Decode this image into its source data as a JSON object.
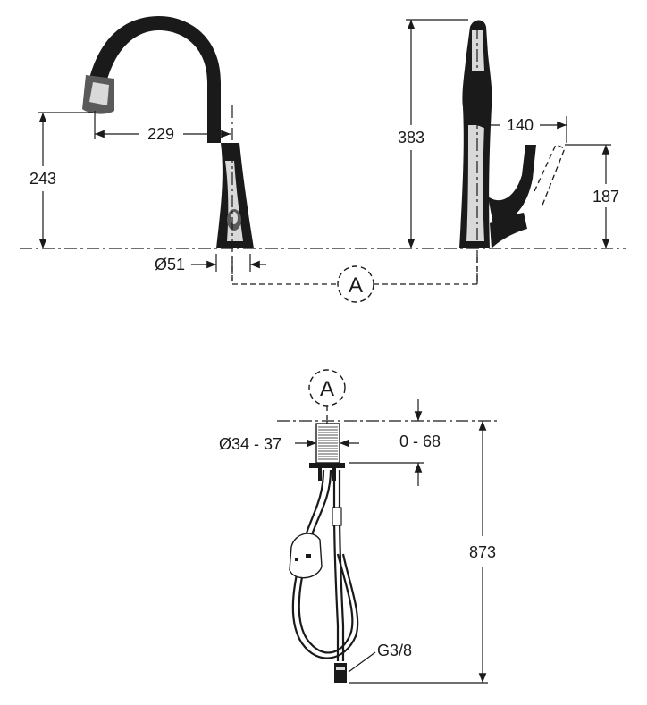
{
  "dimensions": {
    "spout_reach": "229",
    "spout_height": "243",
    "base_diameter": "Ø51",
    "total_height": "383",
    "handle_reach": "140",
    "handle_height": "187",
    "hole_diameter": "Ø34 - 37",
    "deck_thickness": "0 - 68",
    "hose_length": "873",
    "connection_thread": "G3/8"
  },
  "callouts": {
    "detail_a_top": "A",
    "detail_a_bottom": "A"
  }
}
